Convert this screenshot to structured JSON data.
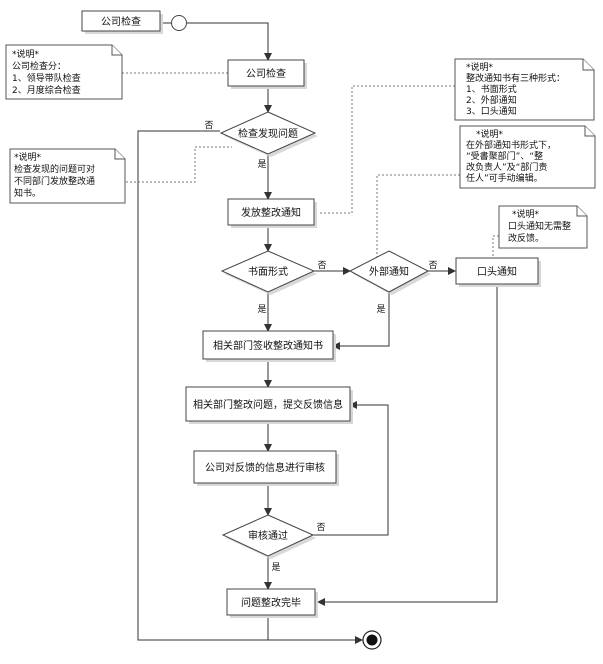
{
  "start_label": "公司检查",
  "nodes": {
    "company_check": "公司检查",
    "check_problem": "检查发现问题",
    "issue_notice": "发放整改通知",
    "written_form": "书面形式",
    "external_notice": "外部通知",
    "verbal_notice": "口头通知",
    "dept_receive": "相关部门签收整改通知书",
    "dept_rectify": "相关部门整改问题，提交反馈信息",
    "company_review": "公司对反馈的信息进行审核",
    "review_pass": "审核通过",
    "done": "问题整改完毕"
  },
  "edge_labels": {
    "yes": "是",
    "no": "否"
  },
  "notes": {
    "note1": [
      "*说明*",
      "公司检查分：",
      "1、领导带队检查",
      "2、月度综合检查"
    ],
    "note2": [
      "*说明*",
      "检查发现的问题可对",
      "不同部门发放整改通",
      "知书。"
    ],
    "note3": [
      "*说明*",
      "整改通知书有三种形式：",
      "1、书面形式",
      "2、外部通知",
      "3、口头通知"
    ],
    "note4": [
      "*说明*",
      "在外部通知书形式下，",
      "“受書聚部门”、“整",
      "改负责人”及“部门责",
      "任人”可手动编辑。"
    ],
    "note5": [
      "*说明*",
      "口头通知无需整",
      "改反馈。"
    ]
  }
}
